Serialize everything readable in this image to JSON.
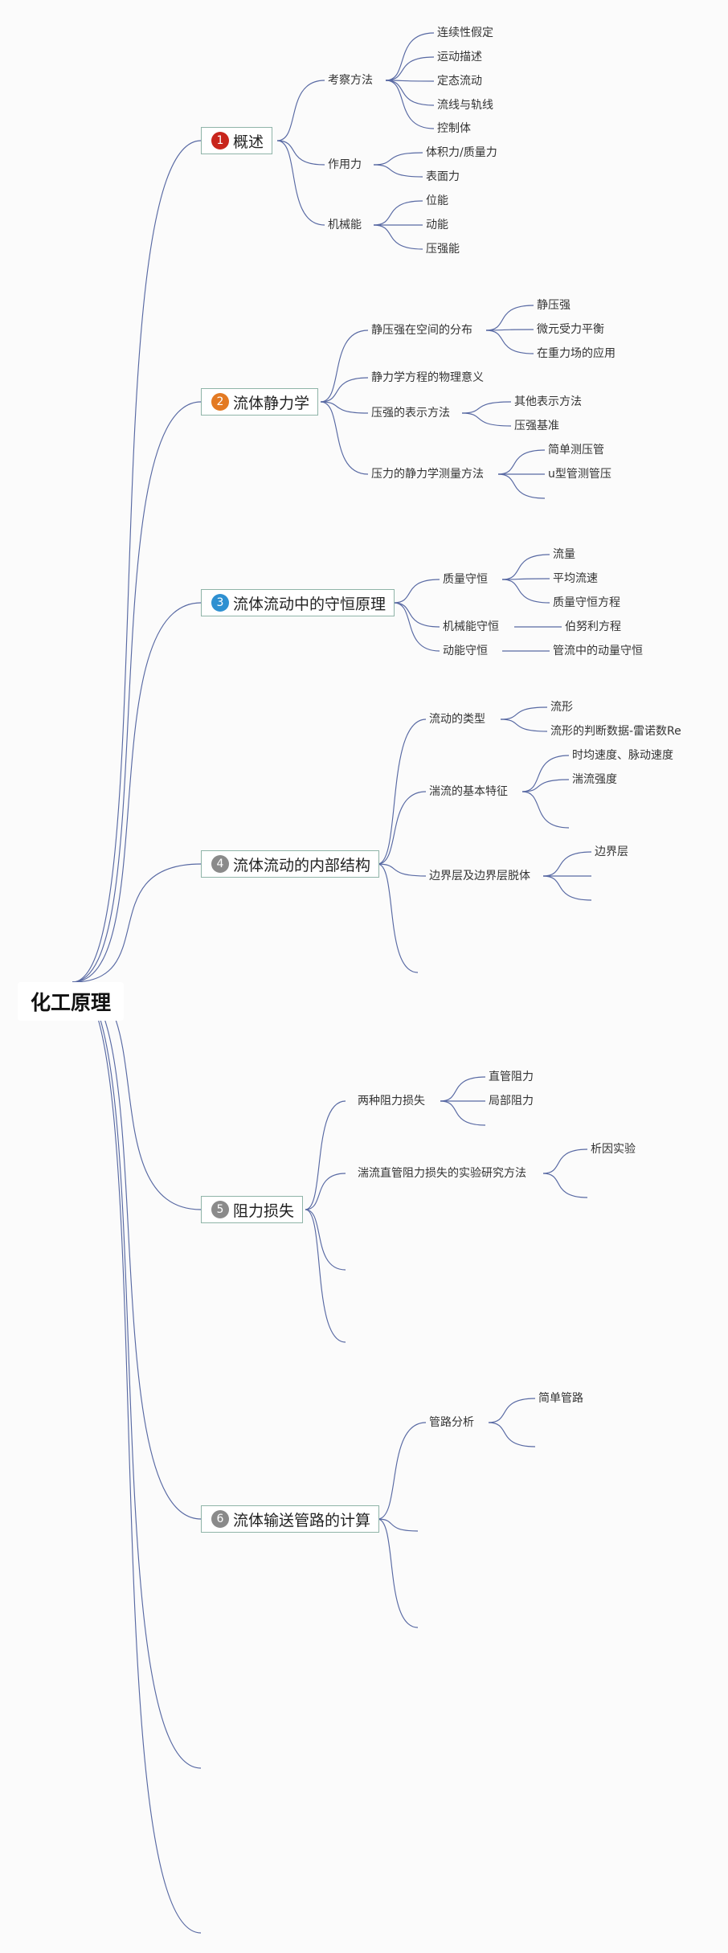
{
  "root": "化工原理",
  "colors": {
    "line": "#5869a3",
    "border": "#8fb4a8"
  },
  "topics": [
    {
      "num": "1",
      "color": "#c8251c",
      "label": "概述",
      "children": [
        {
          "label": "考察方法",
          "children": [
            "连续性假定",
            "运动描述",
            "定态流动",
            "流线与轨线",
            "控制体"
          ]
        },
        {
          "label": "作用力",
          "children": [
            "体积力/质量力",
            "表面力"
          ]
        },
        {
          "label": "机械能",
          "children": [
            "位能",
            "动能",
            "压强能"
          ]
        }
      ]
    },
    {
      "num": "2",
      "color": "#e37a23",
      "label": "流体静力学",
      "children": [
        {
          "label": "静压强在空间的分布",
          "children": [
            "静压强",
            "微元受力平衡",
            "在重力场的应用"
          ]
        },
        {
          "label": "静力学方程的物理意义",
          "children": []
        },
        {
          "label": "压强的表示方法",
          "children": [
            "其他表示方法",
            "压强基准"
          ]
        },
        {
          "label": "压力的静力学测量方法",
          "children": [
            "简单测压管",
            "u型管测管压",
            ""
          ]
        }
      ]
    },
    {
      "num": "3",
      "color": "#2e90d1",
      "label": "流体流动中的守恒原理",
      "children": [
        {
          "label": "质量守恒",
          "children": [
            "流量",
            "平均流速",
            "质量守恒方程"
          ]
        },
        {
          "label": "机械能守恒",
          "children": [
            "伯努利方程"
          ]
        },
        {
          "label": "动能守恒",
          "children": [
            "管流中的动量守恒"
          ]
        }
      ]
    },
    {
      "num": "4",
      "color": "#8a8a8a",
      "label": "流体流动的内部结构",
      "children": [
        {
          "label": "流动的类型",
          "children": [
            "流形",
            "流形的判断数据-雷诺数Re"
          ]
        },
        {
          "label": "湍流的基本特征",
          "children": [
            "时均速度、脉动速度",
            "湍流强度",
            ""
          ]
        },
        {
          "label": "边界层及边界层脱体",
          "children": [
            "边界层",
            "",
            ""
          ]
        },
        {
          "label": "",
          "children": []
        }
      ]
    },
    {
      "num": "5",
      "color": "#8a8a8a",
      "label": "阻力损失",
      "children": [
        {
          "label": "两种阻力损失",
          "children": [
            "直管阻力",
            "局部阻力",
            ""
          ]
        },
        {
          "label": "湍流直管阻力损失的实验研究方法",
          "children": [
            "析因实验",
            ""
          ]
        },
        {
          "label": "",
          "children": []
        },
        {
          "label": "",
          "children": []
        }
      ]
    },
    {
      "num": "6",
      "color": "#8a8a8a",
      "label": "流体输送管路的计算",
      "children": [
        {
          "label": "管路分析",
          "children": [
            "简单管路",
            ""
          ]
        },
        {
          "label": "",
          "children": []
        },
        {
          "label": "",
          "children": []
        }
      ]
    }
  ]
}
